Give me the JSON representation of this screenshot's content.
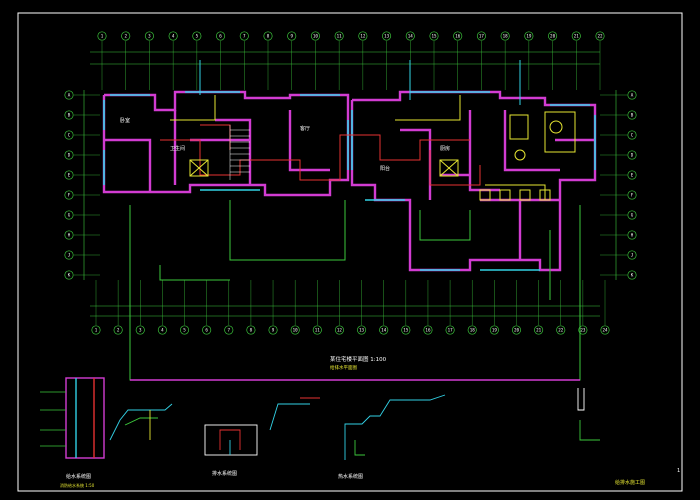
{
  "drawing": {
    "background": "#000000",
    "colors": {
      "frame": "#ffffff",
      "axis": "#3cc83c",
      "wall": "#d23cd2",
      "window": "#32d2e6",
      "pipe": "#e63232",
      "hot_pipe": "#e6e632",
      "label": "#ffffff",
      "note": "#e6e632",
      "dim": "#3cc83c"
    },
    "top_axis_labels": [
      "1",
      "2",
      "3",
      "4",
      "5",
      "6",
      "7",
      "8",
      "9",
      "10",
      "11",
      "12",
      "13",
      "14",
      "15",
      "16",
      "17",
      "18",
      "19",
      "20",
      "21",
      "22"
    ],
    "bottom_axis_labels": [
      "1",
      "2",
      "3",
      "4",
      "5",
      "6",
      "7",
      "8",
      "9",
      "10",
      "11",
      "12",
      "13",
      "14",
      "15",
      "16",
      "17",
      "18",
      "19",
      "20",
      "21",
      "22",
      "23",
      "24"
    ],
    "left_axis_labels": [
      "A",
      "B",
      "C",
      "D",
      "E",
      "F",
      "G",
      "H",
      "J",
      "K"
    ],
    "right_axis_labels": [
      "A",
      "B",
      "C",
      "D",
      "E",
      "F",
      "G",
      "H",
      "J",
      "K"
    ],
    "captions": {
      "plan_title": "某住宅楼平面图 1:100",
      "plan_subtitle": "给排水平面图",
      "detail_left": "给水系统图",
      "detail_left_sub": "消防给水系统 1:50",
      "detail_mid": "排水系统图",
      "detail_right": "热水系统图",
      "sheet_name": "给排水施工图",
      "sheet_no": "1"
    },
    "room_labels": [
      "卧室",
      "客厅",
      "卫生间",
      "厨房",
      "阳台"
    ]
  }
}
